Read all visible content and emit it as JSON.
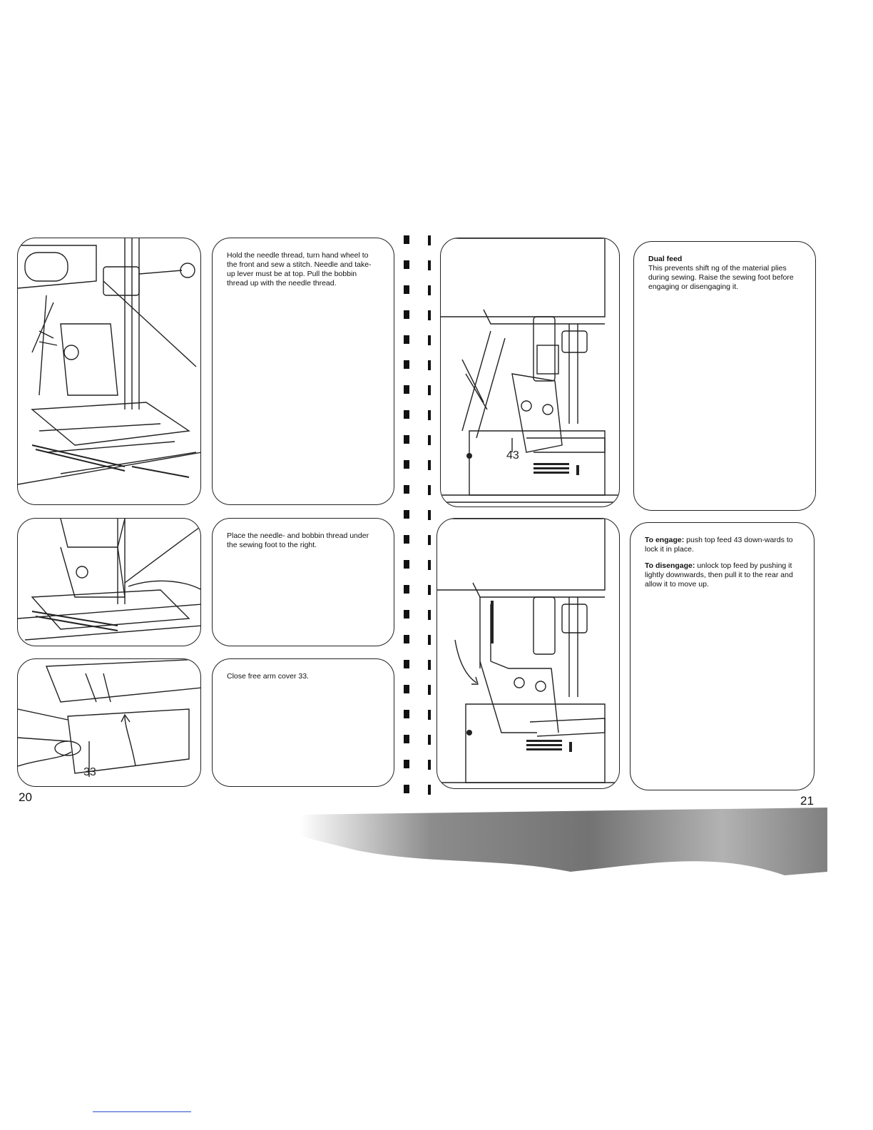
{
  "left_page": {
    "page_number": "20",
    "step1_text": "Hold the needle thread, turn hand wheel to the front and sew a stitch. Needle and take-up lever must be at top. Pull the bobbin thread up with the needle thread.",
    "step2_text": "Place the needle- and bobbin thread under the sewing foot to the right.",
    "step3_text": "Close free arm cover 33.",
    "callout_33": "33"
  },
  "right_page": {
    "page_number": "21",
    "callout_43": "43",
    "dual_feed": {
      "heading": "Dual feed",
      "body": "This prevents shift ng of the material plies during sewing. Raise the sewing foot before engaging or disengaging it."
    },
    "engage": {
      "label": "To engage:",
      "text": " push top feed 43 down-wards to lock it in place."
    },
    "disengage": {
      "label": "To disengage:",
      "text": " unlock top feed by pushing it lightly downwards, then pull it to the rear and allow it to move up."
    }
  }
}
